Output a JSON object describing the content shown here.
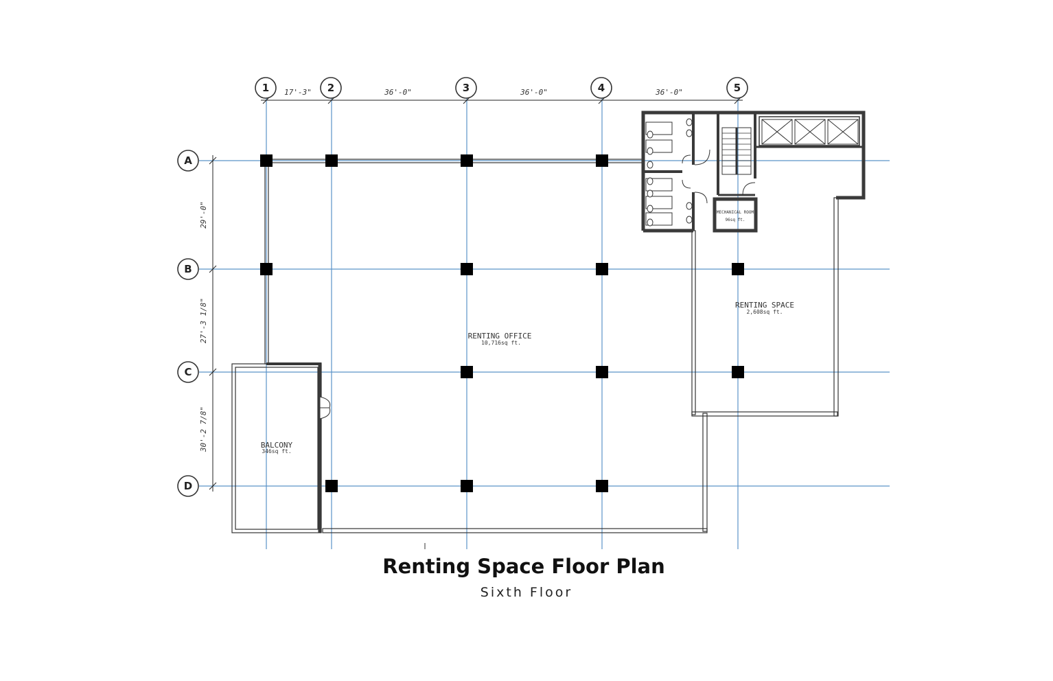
{
  "title": "Renting Space Floor Plan",
  "subtitle": "Sixth Floor",
  "grid": {
    "columns": [
      "1",
      "2",
      "3",
      "4",
      "5"
    ],
    "rows": [
      "A",
      "B",
      "C",
      "D"
    ]
  },
  "dimensions": {
    "horizontal": [
      "17'-3\"",
      "36'-0\"",
      "36'-0\"",
      "36'-0\""
    ],
    "vertical": [
      "29'-0\"",
      "27'-3 1/8\"",
      "30'-2 7/8\""
    ]
  },
  "rooms": {
    "office": {
      "label": "RENTING OFFICE",
      "area": "10,716sq ft."
    },
    "space": {
      "label": "RENTING SPACE",
      "area": "2,608sq ft."
    },
    "balcony": {
      "label": "BALCONY",
      "area": "346sq ft."
    },
    "mechanical": {
      "label": "MECHANICAL ROOM",
      "area": "96sq ft."
    }
  }
}
